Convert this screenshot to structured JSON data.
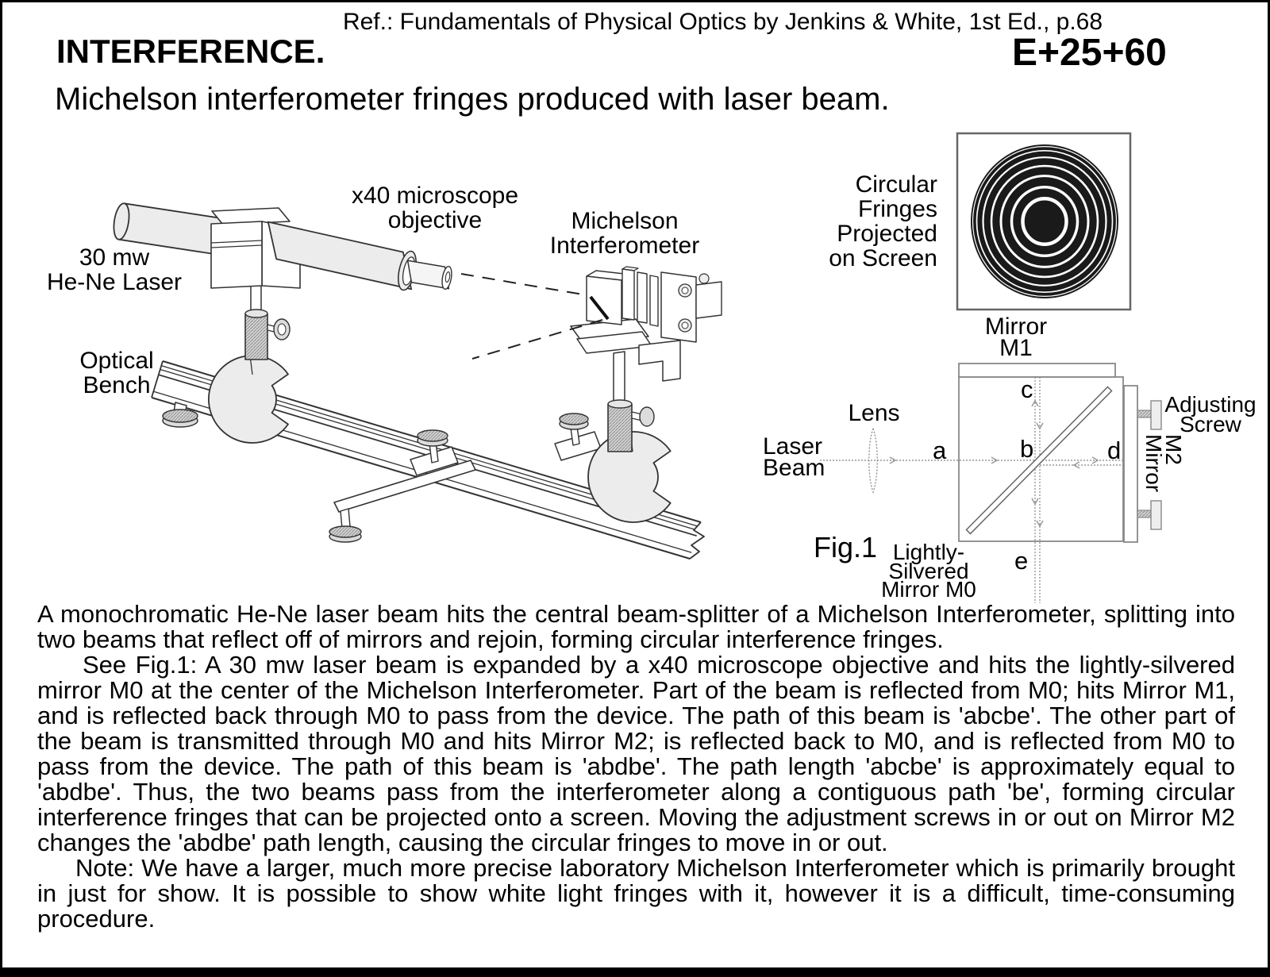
{
  "header": {
    "ref": "Ref.: Fundamentals of Physical Optics by Jenkins & White, 1st Ed., p.68",
    "title": "INTERFERENCE.",
    "code": "E+25+60",
    "subtitle": "Michelson interferometer fringes produced with laser beam."
  },
  "apparatus": {
    "laser_label": [
      "30 mw",
      "He-Ne Laser"
    ],
    "objective_label": [
      "x40 microscope",
      "objective"
    ],
    "interferometer_label": [
      "Michelson",
      "Interferometer"
    ],
    "bench_label": [
      "Optical",
      "Bench"
    ]
  },
  "fringes": {
    "label": [
      "Circular",
      "Fringes",
      "Projected",
      "on Screen"
    ]
  },
  "fig1": {
    "caption": "Fig.1",
    "mirror_m1": [
      "Mirror",
      "M1"
    ],
    "lens": "Lens",
    "laser_beam": [
      "Laser",
      "Beam"
    ],
    "adjusting_screw": [
      "Adjusting",
      "Screw"
    ],
    "mirror_m2": [
      "Mirror",
      "M2"
    ],
    "mirror_m0": [
      "Lightly-",
      "Silvered",
      "Mirror M0"
    ],
    "points": {
      "a": "a",
      "b": "b",
      "c": "c",
      "d": "d",
      "e": "e"
    }
  },
  "body": {
    "p1": "A monochromatic He-Ne laser beam hits the central beam-splitter of a Michelson Interferometer, splitting into two beams that reflect off of mirrors and rejoin, forming circular interference fringes.",
    "p2": "See Fig.1: A 30 mw laser beam is expanded by a x40 microscope objective and hits the lightly-silvered mirror M0 at the center of the Michelson Interferometer. Part of the beam is reflected from M0; hits Mirror M1, and is reflected back through M0 to pass from the device. The path of this beam is 'abcbe'. The other part of the beam is transmitted through M0 and hits Mirror M2; is reflected back to M0, and is reflected from M0 to pass from the device. The path of this beam is 'abdbe'. The path length 'abcbe' is approximately equal to 'abdbe'. Thus, the two beams pass from the interferometer along a contiguous path 'be', forming circular interference fringes that can be projected onto a screen. Moving the adjustment screws in or out on Mirror M2 changes the 'abdbe' path length, causing the circular fringes to move in or out.",
    "p3": "Note: We have a larger, much more precise laboratory Michelson Interferometer which is primarily brought in just for show. It is possible to show white light fringes with it, however it is a difficult, time-consuming procedure."
  },
  "colors": {
    "ink": "#000000",
    "line_art": "#333333",
    "beam_gray": "#999999",
    "fill_light": "#ececec"
  }
}
